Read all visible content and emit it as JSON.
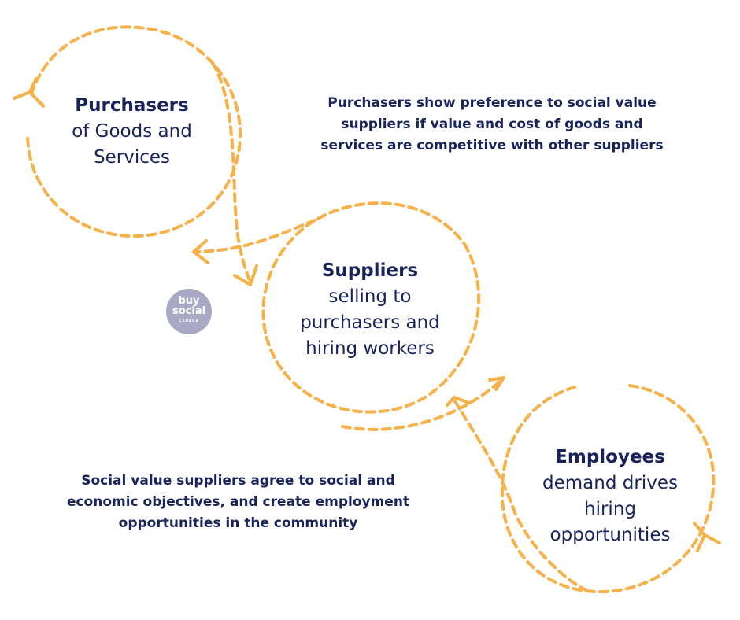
{
  "colors": {
    "accent": "#f7b149",
    "text": "#17235a",
    "logo_bg": "#a9a9c6"
  },
  "nodes": {
    "purchasers": {
      "title": "Purchasers",
      "lines": [
        "of Goods and",
        "Services"
      ]
    },
    "suppliers": {
      "title": "Suppliers",
      "lines": [
        "selling to",
        "purchasers and",
        "hiring workers"
      ]
    },
    "employees": {
      "title": "Employees",
      "lines": [
        "demand drives",
        "hiring",
        "opportunities"
      ]
    }
  },
  "notes": {
    "purchasers_note": [
      "Purchasers show preference to social value",
      "suppliers if value and cost of goods and",
      "services are competitive with other suppliers"
    ],
    "suppliers_note": [
      "Social value suppliers agree to social and",
      "economic objectives, and create employment",
      "opportunities in the community"
    ]
  },
  "logo": {
    "line1": "buy",
    "line2": "social",
    "line3": "CANADA"
  }
}
